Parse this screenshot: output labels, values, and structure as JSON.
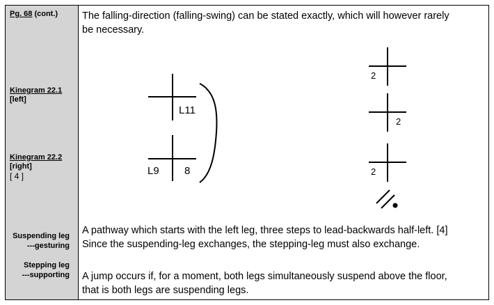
{
  "sidebar": {
    "page_ref_link": "Pg. 68",
    "page_ref_suffix": " (cont.)",
    "kinegram_1_title": "Kinegram 22.1",
    "kinegram_1_sub": "[left]",
    "kinegram_2_title": "Kinegram 22.2",
    "kinegram_2_sub": "[right]",
    "kinegram_2_num": "[ 4 ]",
    "suspending_title": "Suspending leg",
    "suspending_sub": "---gesturing",
    "stepping_title": "Stepping leg",
    "stepping_sub": "---supporting"
  },
  "main": {
    "intro_line1": "The falling-direction (falling-swing) can be stated exactly, which will however rarely",
    "intro_line2": "be necessary.",
    "pathway_line1": "A pathway which starts with the left leg, three steps to lead-backwards half-left. [4]",
    "pathway_line2": "Since the suspending-leg exchanges, the stepping-leg must also exchange.",
    "jump_line1": "A jump occurs if, for a moment, both legs simultaneously suspend above the floor,",
    "jump_line2": "that is both legs are suspending legs."
  },
  "kinegram_left": {
    "upper_label": "L11",
    "lower_left_label": "L9",
    "lower_right_label": "8"
  },
  "kinegram_right": {
    "label_1": "2",
    "label_2": "2",
    "label_3": "2"
  }
}
